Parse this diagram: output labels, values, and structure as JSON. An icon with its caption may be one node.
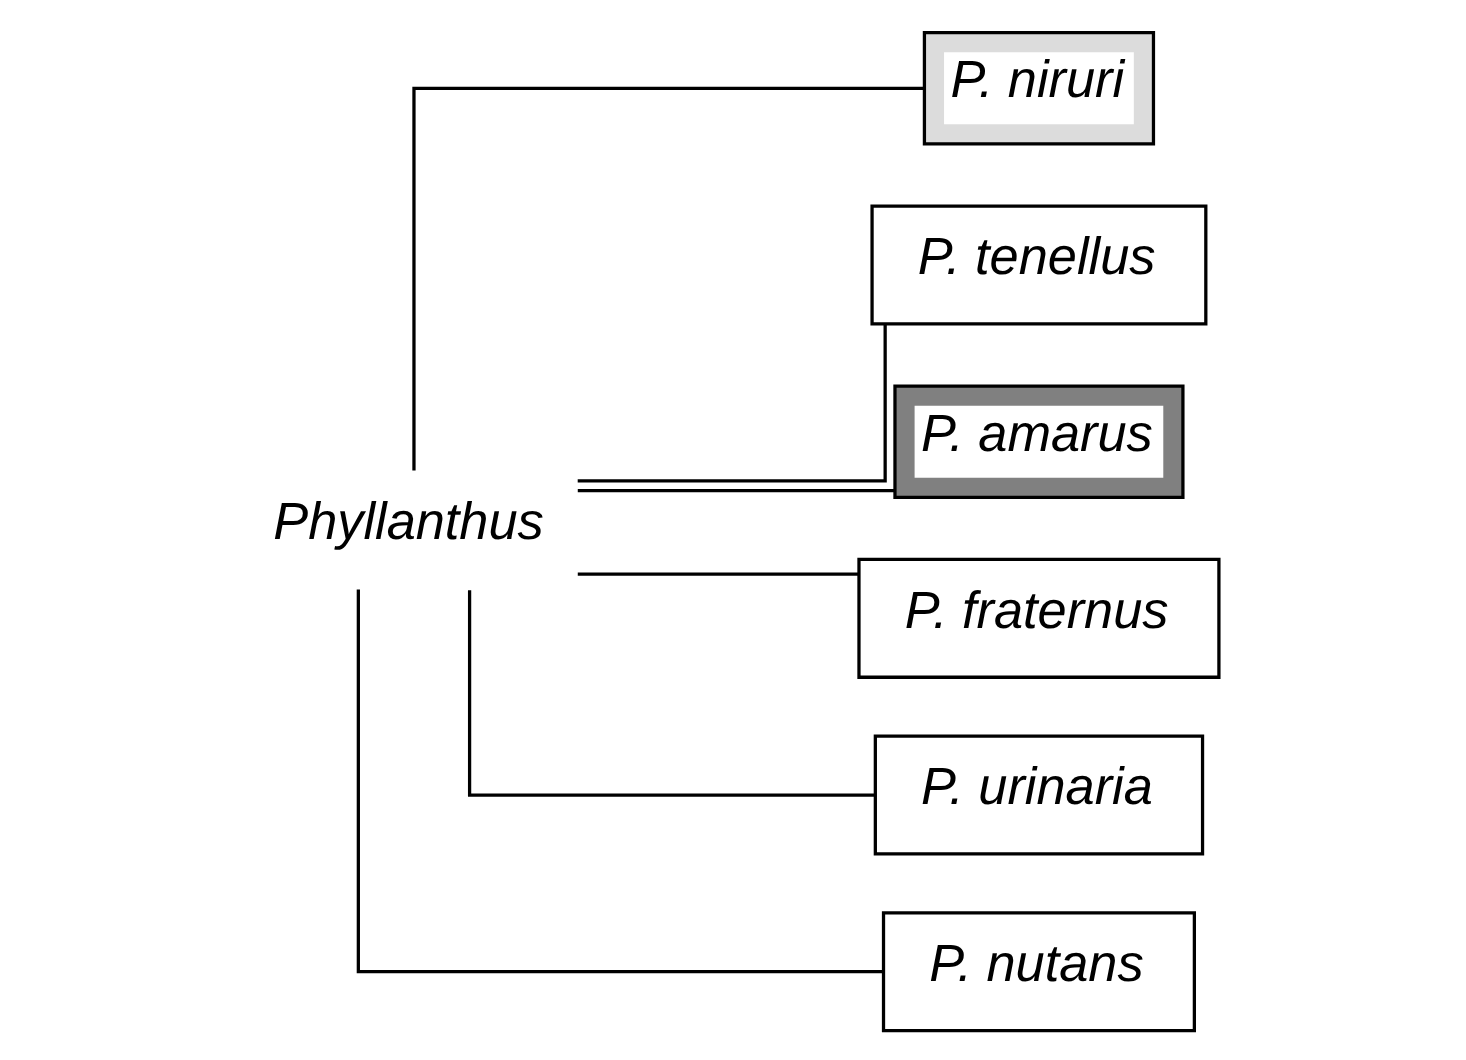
{
  "diagram": {
    "nodes": [
      {
        "text": [
          "Phyllanthus"
        ]
      },
      {
        "text": [
          "P. niruri"
        ]
      },
      {
        "text": [
          "P. tenellus"
        ]
      },
      {
        "text": [
          "P. amarus"
        ]
      },
      {
        "text": [
          "P. fraternus"
        ]
      },
      {
        "text": [
          "P. urinaria"
        ]
      },
      {
        "text": [
          "P. nutans"
        ]
      }
    ],
    "edges": [
      {
        "from": 0,
        "to": 1,
        "arrow": "none"
      },
      {
        "from": 0,
        "to": 2,
        "arrow": "none"
      },
      {
        "from": 0,
        "to": 3,
        "arrow": "none"
      },
      {
        "from": 0,
        "to": 4,
        "arrow": "none"
      },
      {
        "from": 0,
        "to": 5,
        "arrow": "none"
      },
      {
        "from": 0,
        "to": 6,
        "arrow": "none"
      }
    ]
  }
}
